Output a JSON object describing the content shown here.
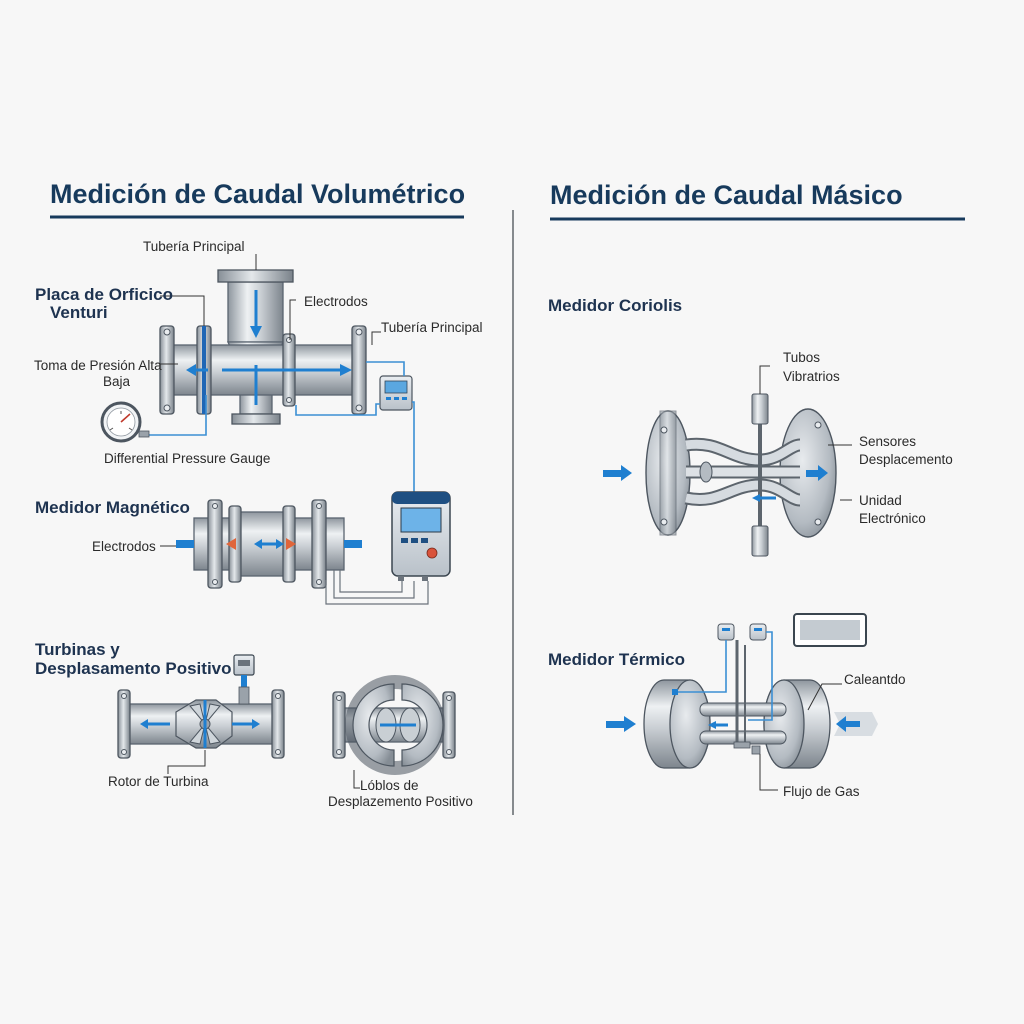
{
  "volumetric": {
    "title": "Medición de Caudal Volumétrico",
    "orifice": {
      "label_main_pipe_top": "Tubería Principal",
      "label_orifice_1": "Placa de Orficico",
      "label_orifice_2": "Venturi",
      "label_electrodes": "Electrodos",
      "label_main_pipe_right": "Tubería Principal",
      "label_pressure_1": "Toma de Presión Alta",
      "label_pressure_2": "Baja",
      "label_gauge": "Differential Pressure Gauge"
    },
    "magnetic": {
      "heading": "Medidor Magnético",
      "label_electrodes": "Electrodos"
    },
    "turbine": {
      "heading_1": "Turbinas y",
      "heading_2": "Desplasamento Positivo",
      "label_rotor": "Rotor de Turbina",
      "label_lobes_1": "Lóblos de",
      "label_lobes_2": "Desplazemento Positivo"
    }
  },
  "mass": {
    "title": "Medición de Caudal Másico",
    "coriolis": {
      "heading": "Medidor Coriolis",
      "label_tubes_1": "Tubos",
      "label_tubes_2": "Vibratrios",
      "label_sensors_1": "Sensores",
      "label_sensors_2": "Desplacemento",
      "label_unit_1": "Unidad",
      "label_unit_2": "Electrónico"
    },
    "thermal": {
      "heading": "Medidor Térmico",
      "label_heater": "Caleantdo",
      "label_gas": "Flujo de Gas"
    }
  },
  "colors": {
    "title": "#173a5c",
    "rule": "#173a5c",
    "flow": "#1f7fd0",
    "metal": "#b9c0c7",
    "electrode_orange": "#e0653a"
  },
  "icons": [
    "flow-arrow-icon",
    "pressure-gauge-icon",
    "transmitter-display-icon",
    "sensor-probe-icon",
    "electronics-box-icon"
  ]
}
